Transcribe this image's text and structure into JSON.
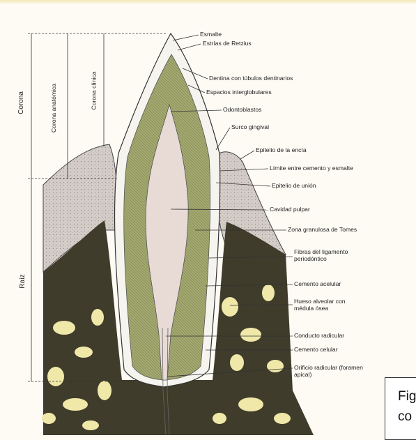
{
  "regions": {
    "corona": "Corona",
    "raiz": "Raíz",
    "corona_anatomica": "Corona anatómica",
    "corona_clinica": "Corona clínica"
  },
  "labels": [
    "Esmalte",
    "Estrías de Retzius",
    "Dentina con túbulos dentinarios",
    "Espacios interglobulares",
    "Odontoblastos",
    "Surco gingival",
    "Epitelio de la encía",
    "Límite entre cemento y esmalte",
    "Epitelio de unión",
    "Cavidad pulpar",
    "Zona granulosa de Tomes",
    "Fibras del ligamento periodóntico",
    "Cemento acelular",
    "Hueso alveolar con médula ósea",
    "Conducto radicular",
    "Cemento celular",
    "Orificio radicular (foramen apical)"
  ],
  "caption": {
    "line1": "Fig",
    "line2": "co"
  },
  "colors": {
    "enamel": "#f6f4ee",
    "dentin": "#a6ab72",
    "pulp": "#e8dcd8",
    "gingiva": "#d6d0cc",
    "bone": "#3c3a2a",
    "marrow": "#efe8ab"
  }
}
